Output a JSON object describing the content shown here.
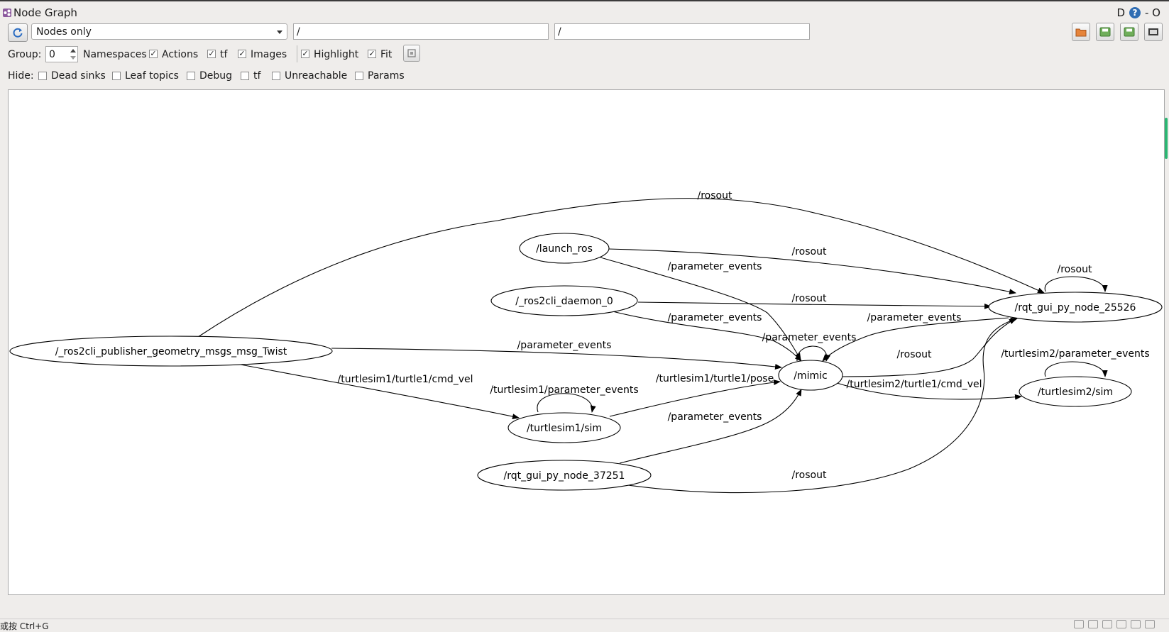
{
  "window": {
    "title": "Node Graph",
    "right_label": "D",
    "help": "?",
    "controls": "- O"
  },
  "toolbar": {
    "view_mode": "Nodes only",
    "node_filter": "/",
    "topic_filter": "/"
  },
  "options": {
    "group_label": "Group:",
    "group_value": "0",
    "namespaces": "Namespaces",
    "actions": "Actions",
    "tf": "tf",
    "images": "Images",
    "highlight": "Highlight",
    "fit": "Fit",
    "check": "✓"
  },
  "hide": {
    "label": "Hide:",
    "dead_sinks": "Dead sinks",
    "leaf_topics": "Leaf topics",
    "debug": "Debug",
    "tf": "tf",
    "unreachable": "Unreachable",
    "params": "Params"
  },
  "graph": {
    "nodes": {
      "publisher": "/_ros2cli_publisher_geometry_msgs_msg_Twist",
      "launch_ros": "/launch_ros",
      "daemon": "/_ros2cli_daemon_0",
      "sim1": "/turtlesim1/sim",
      "rqt37251": "/rqt_gui_py_node_37251",
      "mimic": "/mimic",
      "rqt25526": "/rqt_gui_py_node_25526",
      "sim2": "/turtlesim2/sim"
    },
    "edge_labels": {
      "rosout_top": "/rosout",
      "pe_launch": "/parameter_events",
      "rosout_launch": "/rosout",
      "rosout_self": "/rosout",
      "rosout_daemon": "/rosout",
      "pe_daemon": "/parameter_events",
      "pe_right": "/parameter_events",
      "pe_mimic": "/parameter_events",
      "pe_pub": "/parameter_events",
      "rosout_mimic": "/rosout",
      "t2_pe": "/turtlesim2/parameter_events",
      "t1_cmd": "/turtlesim1/turtle1/cmd_vel",
      "t1_pe": "/turtlesim1/parameter_events",
      "t1_pose": "/turtlesim1/turtle1/pose",
      "t2_cmd": "/turtlesim2/turtle1/cmd_vel",
      "pe_rqt": "/parameter_events",
      "rosout_rqt": "/rosout"
    }
  },
  "status": {
    "text": "或按 Ctrl+G"
  }
}
